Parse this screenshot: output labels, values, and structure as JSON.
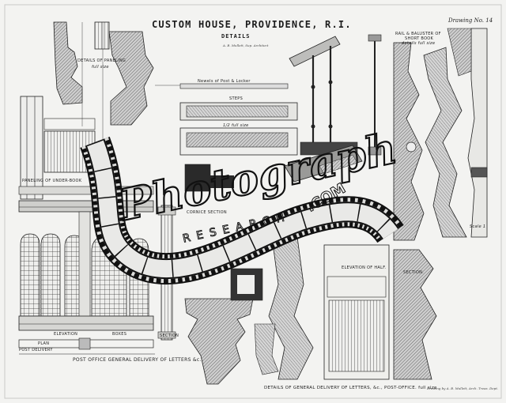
{
  "title": "CUSTOM HOUSE, PROVIDENCE, R.I.",
  "subtitle": "DETAILS",
  "drawing_number": "Drawing No. 14",
  "credit": "A. B. Mullett, Sup. Architect",
  "labels": {
    "details_of_paneling": "DETAILS OF PANELING",
    "details_scale": "full size",
    "newels": "Newels of Post & Locker",
    "steps": "STEPS",
    "rail_baluster": "RAIL & BALUSTER OF",
    "rail_baluster_2": "SHORT BOOK",
    "rail_scale": "details full size",
    "paneling_under_book": "PANELING OF UNDER-BOOK",
    "cornice_section": "CORNICE SECTION",
    "scale_half": "1/2 full size",
    "elevation_half": "ELEVATION OF HALF.",
    "section": "SECTION.",
    "elevation": "ELEVATION",
    "boxes": "BOXES",
    "plan": "PLAN",
    "post_delivery": "POST DELIVERY",
    "section_small": "SECTION",
    "post_office_general": "POST OFFICE GENERAL DELIVERY OF LETTERS &c.",
    "details_general": "DETAILS OF GENERAL DELIVERY OF LETTERS, &c., POST-OFFICE. full size",
    "footer_credit": "Drawing by A. B. Mullett, Arch. Treas. Dept.",
    "scale_note": "Scale 1"
  },
  "watermark": {
    "script_word": "Photograph",
    "sub_word": "RESEARCH",
    "tld": ".COM"
  },
  "colors": {
    "paper": "#f3f3f1",
    "ink": "#222222",
    "hatch": "#7a7a7a",
    "film": "#111111"
  }
}
